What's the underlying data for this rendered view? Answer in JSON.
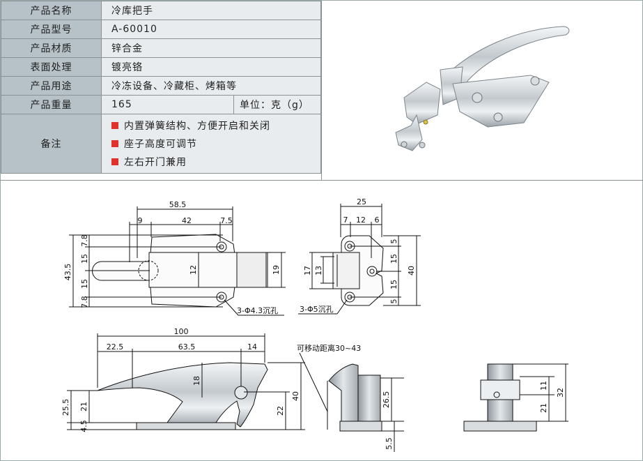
{
  "spec_table": [
    {
      "key": "产品名称",
      "value": "冷库把手"
    },
    {
      "key": "产品型号",
      "value": "A-60010"
    },
    {
      "key": "产品材质",
      "value": "锌合金"
    },
    {
      "key": "表面处理",
      "value": "镀亮铬"
    },
    {
      "key": "产品用途",
      "value": "冷冻设备、冷藏柜、烤箱等"
    },
    {
      "key": "产品重量",
      "value": "165",
      "unit": "单位：克（g）"
    }
  ],
  "notes_label": "备注",
  "notes": [
    "内置弹簧结构、方便开启和关闭",
    "座子高度可调节",
    "左右开门兼用"
  ],
  "bullet_color": "#e0322b",
  "drawing": {
    "top_dims": [
      "58.5",
      "9",
      "42",
      "7.5",
      "43.5",
      "7.8",
      "15",
      "12",
      "15",
      "7.8",
      "19"
    ],
    "top_hole_label": "3-Φ4.3沉孔",
    "base_dims": [
      "25",
      "7",
      "12",
      "6",
      "17",
      "13",
      "5",
      "15",
      "15",
      "5",
      "40"
    ],
    "base_hole_label": "3-Φ5沉孔",
    "side_dims": [
      "100",
      "22.5",
      "63.5",
      "14",
      "18",
      "25.5",
      "21",
      "4.5",
      "22",
      "40"
    ],
    "travel_label": "可移动距离30~43",
    "front_dims": [
      "26.5",
      "5.5"
    ],
    "end_dims": [
      "11",
      "21",
      "32"
    ]
  }
}
